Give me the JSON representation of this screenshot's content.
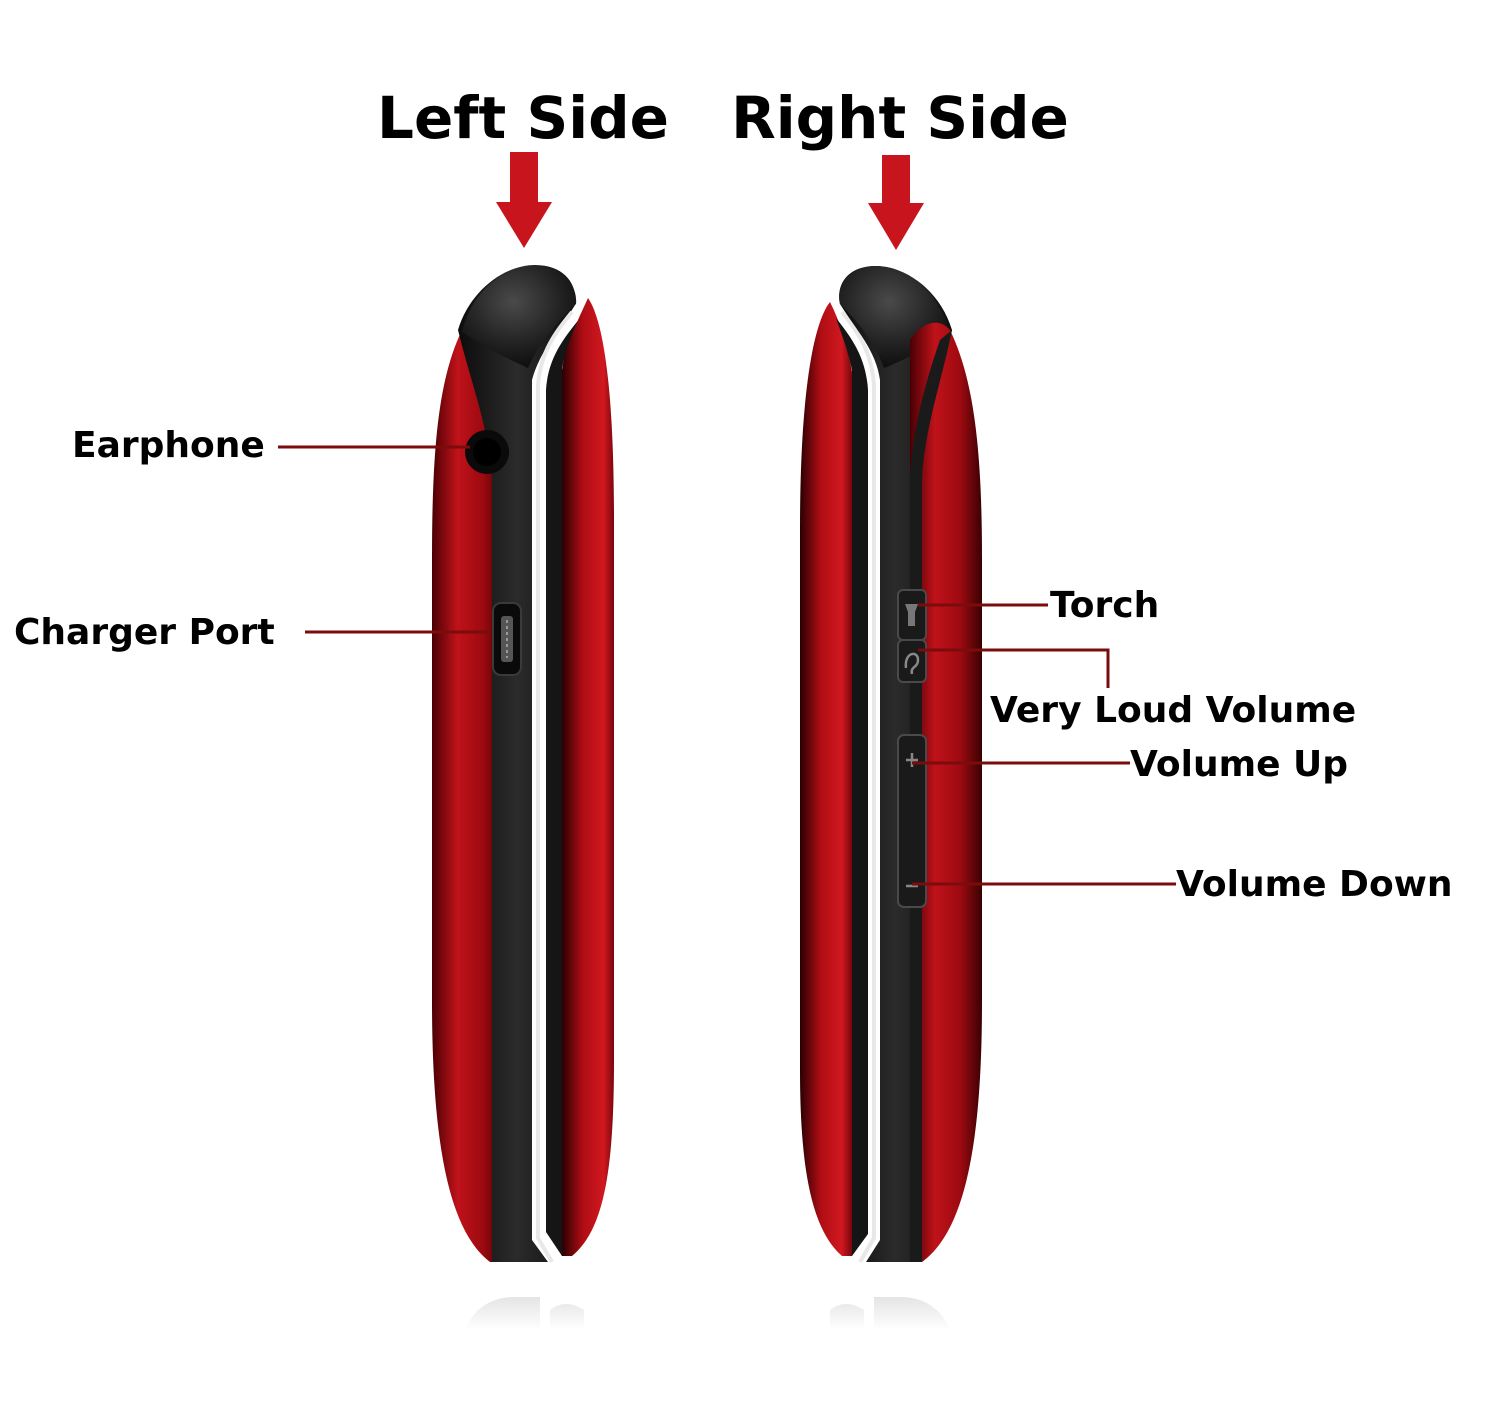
{
  "headings": {
    "left_side": "Left Side",
    "right_side": "Right Side"
  },
  "left_callouts": {
    "earphone": "Earphone",
    "charger_port": "Charger Port"
  },
  "right_callouts": {
    "torch": "Torch",
    "very_loud_volume": "Very Loud Volume",
    "volume_up": "Volume Up",
    "volume_down": "Volume Down"
  },
  "colors": {
    "arrow_red": "#c8141c",
    "body_red": "#b50d12",
    "body_black": "#1c1c1c",
    "leader_line": "#7a0c0c"
  },
  "icons": {
    "direction_arrow": "down-arrow-icon",
    "earphone_jack": "headphone-jack-icon",
    "usb_port": "micro-usb-icon",
    "torch_button": "flashlight-icon",
    "loud_button": "ear-icon",
    "volume_rocker": "plus-minus-icon"
  }
}
